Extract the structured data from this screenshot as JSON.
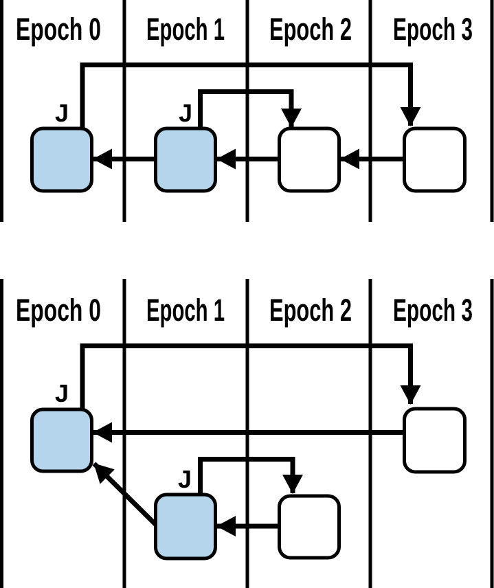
{
  "colors": {
    "stroke": "#000000",
    "record_highlight_fill": "#B4D5EC",
    "record_plain_fill": "#FFFFFF",
    "background": "#FFFFFF"
  },
  "panels": [
    {
      "id": "top",
      "epoch_labels": [
        "Epoch 0",
        "Epoch 1",
        "Epoch 2",
        "Epoch 3"
      ],
      "records": [
        {
          "epoch": 0,
          "label": "J",
          "highlighted": true
        },
        {
          "epoch": 1,
          "label": "J",
          "highlighted": true
        },
        {
          "epoch": 2,
          "label": "",
          "highlighted": false
        },
        {
          "epoch": 3,
          "label": "",
          "highlighted": false
        }
      ],
      "arrows": [
        {
          "from": "record-epoch-0",
          "to": "record-epoch-3",
          "route": "up-and-over",
          "enters": "top"
        },
        {
          "from": "record-epoch-1",
          "to": "record-epoch-2",
          "route": "up-and-over",
          "enters": "top"
        },
        {
          "from": "record-epoch-1",
          "to": "record-epoch-0",
          "route": "straight-left",
          "enters": "right-side"
        },
        {
          "from": "record-epoch-2",
          "to": "record-epoch-1",
          "route": "straight-left",
          "enters": "right-side"
        },
        {
          "from": "record-epoch-3",
          "to": "record-epoch-2",
          "route": "straight-left",
          "enters": "right-side"
        }
      ]
    },
    {
      "id": "bottom",
      "epoch_labels": [
        "Epoch 0",
        "Epoch 1",
        "Epoch 2",
        "Epoch 3"
      ],
      "records": [
        {
          "epoch": 0,
          "label": "J",
          "highlighted": true
        },
        {
          "epoch": 1,
          "label": "J",
          "highlighted": true
        },
        {
          "epoch": 2,
          "label": "",
          "highlighted": false
        },
        {
          "epoch": 3,
          "label": "",
          "highlighted": false
        }
      ],
      "arrows": [
        {
          "from": "record-epoch-0",
          "to": "record-epoch-3",
          "route": "up-and-over",
          "enters": "top"
        },
        {
          "from": "record-epoch-3",
          "to": "record-epoch-0",
          "route": "straight-left",
          "enters": "right-side"
        },
        {
          "from": "record-epoch-1",
          "to": "record-epoch-2",
          "route": "up-and-over",
          "enters": "top"
        },
        {
          "from": "record-epoch-1",
          "to": "record-epoch-0",
          "route": "diagonal-up-left",
          "enters": "bottom-right-corner"
        },
        {
          "from": "record-epoch-2",
          "to": "record-epoch-1",
          "route": "straight-left",
          "enters": "right-side"
        }
      ]
    }
  ]
}
